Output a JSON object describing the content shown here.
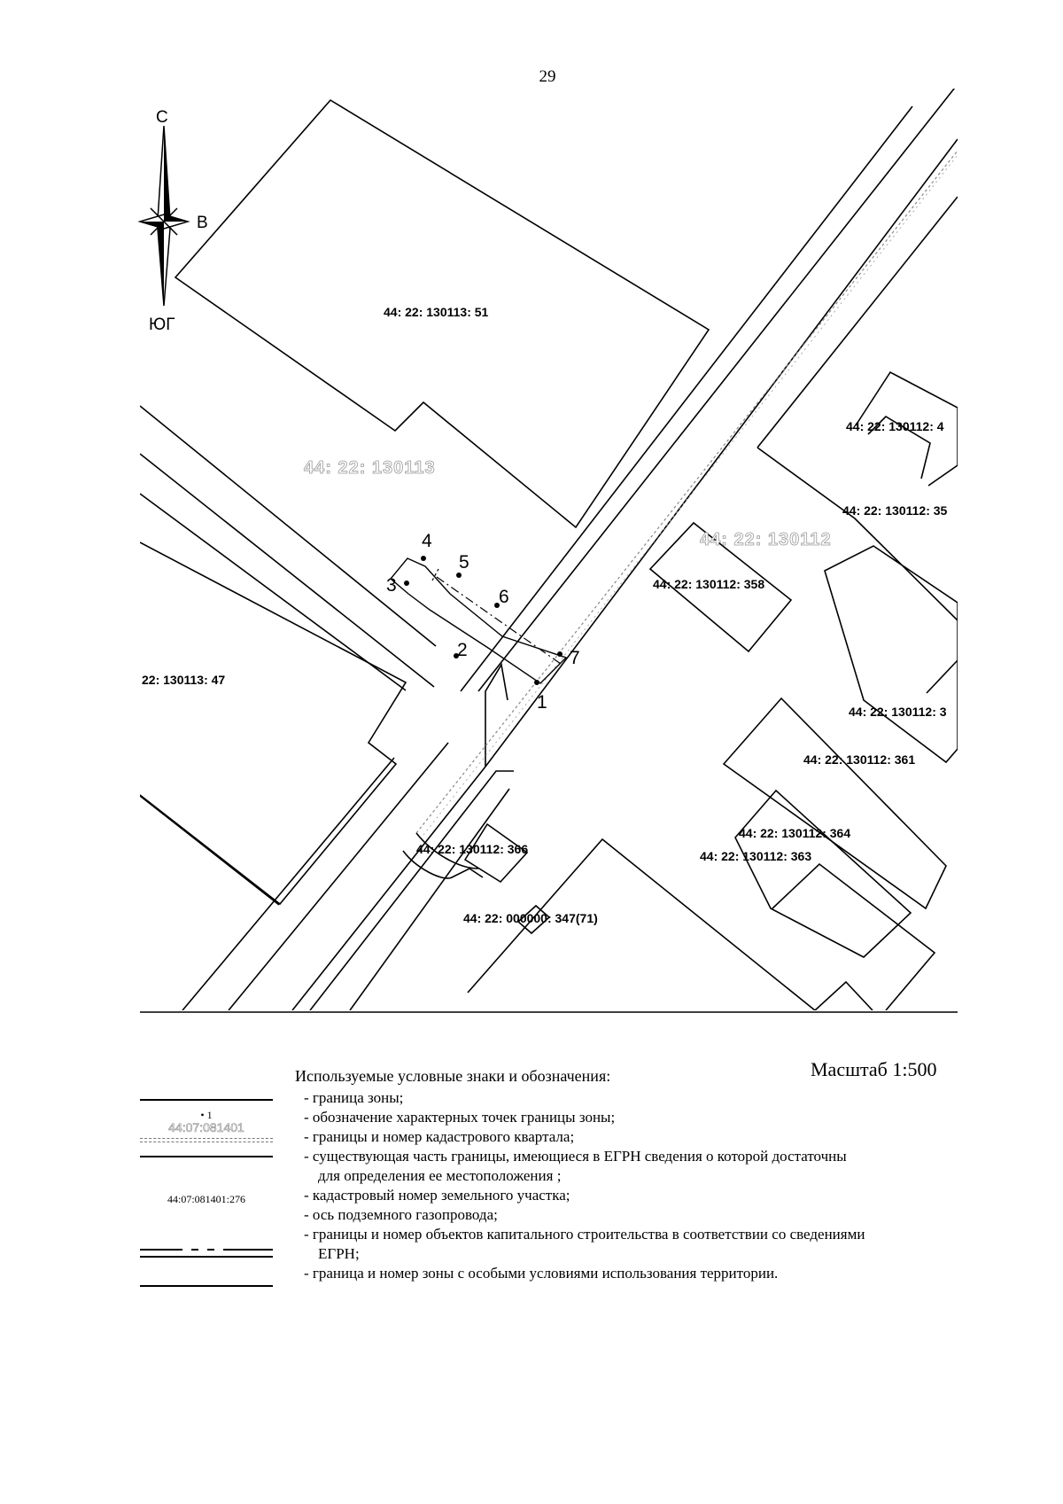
{
  "page_number": "29",
  "compass": {
    "north": "С",
    "east": "В",
    "south": "ЮГ"
  },
  "map_labels": {
    "p51": "44: 22: 130113: 51",
    "q130113": "44: 22: 130113",
    "p47": "22: 130113: 47",
    "p4": "44: 22: 130112: 4",
    "p35": "44: 22: 130112: 35",
    "q130112": "44: 22: 130112",
    "p358": "44: 22: 130112: 358",
    "p3x": "44: 22: 130112: 3",
    "p361": "44: 22: 130112: 361",
    "p364": "44: 22: 130112: 364",
    "p363": "44: 22: 130112: 363",
    "p366": "44: 22: 130112: 366",
    "p347": "44: 22: 000000: 347(71)"
  },
  "points": [
    "1",
    "2",
    "3",
    "4",
    "5",
    "6",
    "7"
  ],
  "scale": "Масштаб 1:500",
  "legend": {
    "title": "Используемые условные знаки и обозначения:",
    "sample_point": "• 1",
    "sample_quarter": "44:07:081401",
    "sample_parcel": "44:07:081401:276",
    "items": [
      "- граница зоны;",
      "- обозначение характерных точек границы зоны;",
      "- границы и номер кадастрового квартала;",
      "- существующая часть границы, имеющиеся в ЕГРН сведения о которой достаточны",
      "для определения ее местоположения ;",
      "- кадастровый номер земельного участка;",
      "- ось подземного газопровода;",
      "- границы и номер объектов капитального строительства в соответствии со сведениями",
      "ЕГРН;",
      "- граница и номер зоны с особыми условиями использования территории."
    ]
  }
}
